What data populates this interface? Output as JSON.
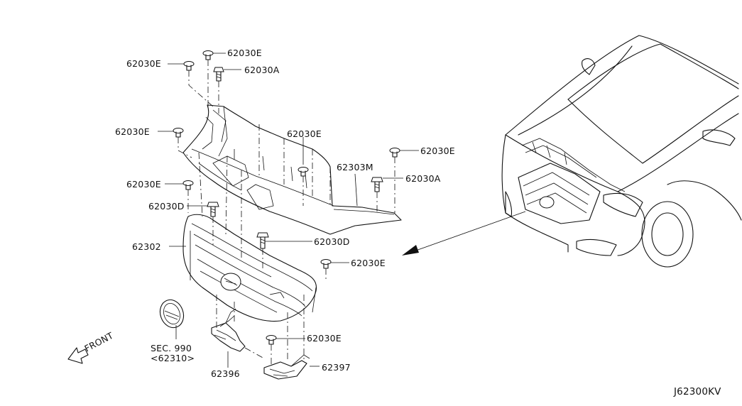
{
  "diagram": {
    "callouts": {
      "c_62030E_top": "62030E",
      "c_62030E_left1": "62030E",
      "c_62030A_top": "62030A",
      "c_62030E_left2": "62030E",
      "c_62030E_mid": "62030E",
      "c_62030E_right": "62030E",
      "c_62303M": "62303M",
      "c_62030A_right": "62030A",
      "c_62030E_left3": "62030E",
      "c_62030D_left": "62030D",
      "c_62302": "62302",
      "c_62030D_mid": "62030D",
      "c_62030E_grille": "62030E",
      "c_62030E_low": "62030E",
      "c_62397": "62397",
      "c_62396": "62396"
    },
    "front_label": "FRONT",
    "section_ref": "SEC. 990",
    "section_part": "<62310>",
    "code": "J62300KV"
  }
}
